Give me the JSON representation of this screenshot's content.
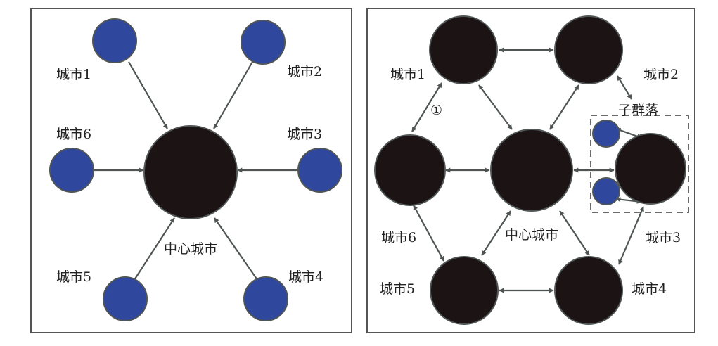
{
  "colors": {
    "panel_border": "#555555",
    "arrow": "#4f5552",
    "center_node": "#1c1414",
    "satellite_node": "#2f479d",
    "node_stroke": "#505555",
    "subcluster_border": "#6b6b6b"
  },
  "left_panel": {
    "center_label": "中心城市",
    "cities": [
      {
        "id": "city1",
        "label": "城市1"
      },
      {
        "id": "city2",
        "label": "城市2"
      },
      {
        "id": "city3",
        "label": "城市3"
      },
      {
        "id": "city4",
        "label": "城市4"
      },
      {
        "id": "city5",
        "label": "城市5"
      },
      {
        "id": "city6",
        "label": "城市6"
      }
    ],
    "edges_direction": "city-to-center"
  },
  "right_panel": {
    "center_label": "中心城市",
    "cities": [
      {
        "id": "city1",
        "label": "城市1"
      },
      {
        "id": "city2",
        "label": "城市2"
      },
      {
        "id": "city3",
        "label": "城市3"
      },
      {
        "id": "city4",
        "label": "城市4"
      },
      {
        "id": "city5",
        "label": "城市5"
      },
      {
        "id": "city6",
        "label": "城市6"
      }
    ],
    "subcluster_label": "子群落",
    "edge_marker": "①",
    "edges_direction": "bidirectional"
  }
}
